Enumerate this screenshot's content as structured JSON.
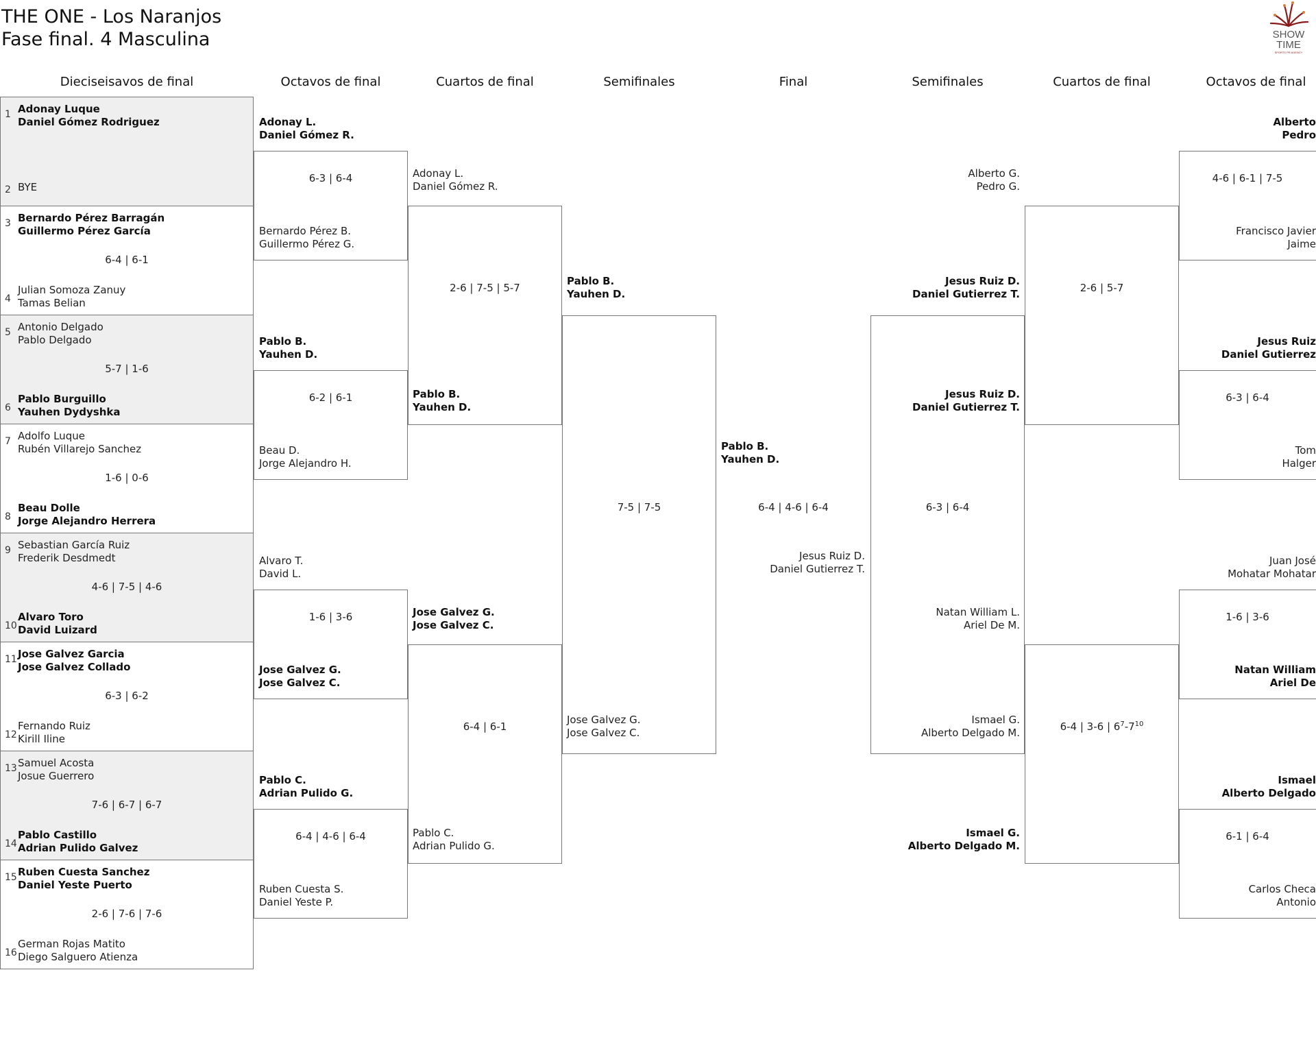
{
  "header": {
    "title_line1": "THE ONE - Los Naranjos",
    "title_line2": "Fase final. 4 Masculina"
  },
  "logo": {
    "line1": "SHOW",
    "line2": "TIME",
    "tagline": "SPORTS PR AGENCY",
    "icon": "fireworks-icon",
    "color": "#8b1a1a"
  },
  "rounds": {
    "r32": "Dieciseisavos de final",
    "r16": "Octavos de final",
    "qf": "Cuartos de final",
    "sf": "Semifinales",
    "final": "Final",
    "sf_right": "Semifinales",
    "qf_right": "Cuartos de final",
    "r16_right": "Octavos de final"
  },
  "r32": [
    {
      "seed_a": "1",
      "a": [
        "Adonay Luque",
        "Daniel Gómez Rodriguez"
      ],
      "seed_b": "2",
      "b": [
        "BYE"
      ],
      "score": "",
      "winner": "a"
    },
    {
      "seed_a": "3",
      "a": [
        "Bernardo Pérez Barragán",
        "Guillermo Pérez García"
      ],
      "seed_b": "4",
      "b": [
        "Julian Somoza Zanuy",
        "Tamas Belian"
      ],
      "score": "6-4 | 6-1",
      "winner": "a"
    },
    {
      "seed_a": "5",
      "a": [
        "Antonio Delgado",
        "Pablo Delgado"
      ],
      "seed_b": "6",
      "b": [
        "Pablo Burguillo",
        "Yauhen Dydyshka"
      ],
      "score": "5-7 | 1-6",
      "winner": "b"
    },
    {
      "seed_a": "7",
      "a": [
        "Adolfo Luque",
        "Rubén Villarejo Sanchez"
      ],
      "seed_b": "8",
      "b": [
        "Beau Dolle",
        "Jorge Alejandro Herrera"
      ],
      "score": "1-6 | 0-6",
      "winner": "b"
    },
    {
      "seed_a": "9",
      "a": [
        "Sebastian García Ruiz",
        "Frederik Desdmedt"
      ],
      "seed_b": "10",
      "b": [
        "Alvaro Toro",
        "David Luizard"
      ],
      "score": "4-6 | 7-5 | 4-6",
      "winner": "b"
    },
    {
      "seed_a": "11",
      "a": [
        "Jose Galvez Garcia",
        "Jose Galvez Collado"
      ],
      "seed_b": "12",
      "b": [
        "Fernando Ruiz",
        "Kirill Iline"
      ],
      "score": "6-3 | 6-2",
      "winner": "a"
    },
    {
      "seed_a": "13",
      "a": [
        "Samuel Acosta",
        "Josue Guerrero"
      ],
      "seed_b": "14",
      "b": [
        "Pablo Castillo",
        "Adrian Pulido Galvez"
      ],
      "score": "7-6 | 6-7 | 6-7",
      "winner": "b"
    },
    {
      "seed_a": "15",
      "a": [
        "Ruben Cuesta Sanchez",
        "Daniel Yeste Puerto"
      ],
      "seed_b": "16",
      "b": [
        "German Rojas Matito",
        "Diego Salguero Atienza"
      ],
      "score": "2-6 | 7-6 | 7-6",
      "winner": "a"
    }
  ],
  "r16_left": [
    {
      "a": [
        "Adonay L.",
        "Daniel Gómez R."
      ],
      "b": [
        "Bernardo Pérez B.",
        "Guillermo Pérez G."
      ],
      "score": "6-3 | 6-4",
      "winner": "a"
    },
    {
      "a": [
        "Pablo B.",
        "Yauhen D."
      ],
      "b": [
        "Beau D.",
        "Jorge Alejandro H."
      ],
      "score": "6-2 | 6-1",
      "winner": "a"
    },
    {
      "a": [
        "Alvaro T.",
        "David L."
      ],
      "b": [
        "Jose Galvez G.",
        "Jose Galvez C."
      ],
      "score": "1-6 | 3-6",
      "winner": "b"
    },
    {
      "a": [
        "Pablo C.",
        "Adrian Pulido G."
      ],
      "b": [
        "Ruben Cuesta S.",
        "Daniel Yeste P."
      ],
      "score": "6-4 | 4-6 | 6-4",
      "winner": "a"
    }
  ],
  "qf_left": [
    {
      "a": [
        "Adonay L.",
        "Daniel Gómez R."
      ],
      "b": [
        "Pablo B.",
        "Yauhen D."
      ],
      "score": "2-6 | 7-5 | 5-7",
      "winner": "b"
    },
    {
      "a": [
        "Jose Galvez G.",
        "Jose Galvez C."
      ],
      "b": [
        "Pablo C.",
        "Adrian Pulido G."
      ],
      "score": "6-4 | 6-1",
      "winner": "a"
    }
  ],
  "sf_left": {
    "a": [
      "Pablo B.",
      "Yauhen D."
    ],
    "b": [
      "Jose Galvez G.",
      "Jose Galvez C."
    ],
    "score": "7-5 | 7-5",
    "winner": "a"
  },
  "final": {
    "a": [
      "Pablo B.",
      "Yauhen D."
    ],
    "b": [
      "Jesus Ruiz D.",
      "Daniel Gutierrez T."
    ],
    "score": "6-4 | 4-6 | 6-4",
    "winner": "a"
  },
  "sf_right": {
    "a": [
      "Jesus Ruiz D.",
      "Daniel Gutierrez T."
    ],
    "b": [
      "Ismael G.",
      "Alberto Delgado M."
    ],
    "score": "6-3 | 6-4",
    "winner": "a"
  },
  "qf_right": [
    {
      "a": [
        "Alberto G.",
        "Pedro G."
      ],
      "b": [
        "Jesus Ruiz D.",
        "Daniel Gutierrez T."
      ],
      "score": "2-6 | 5-7",
      "winner": "b"
    },
    {
      "a": [
        "Natan William L.",
        "Ariel De M."
      ],
      "b": [
        "Ismael G.",
        "Alberto Delgado M."
      ],
      "score": "6-4 | 3-6 | 67-710",
      "score_main": "6-4 | 3-6 | 6",
      "score_sup1": "7",
      "score_mid": "-7",
      "score_sup2": "10",
      "winner": "b"
    }
  ],
  "r16_right": [
    {
      "a": [
        "Alberto",
        "Pedro"
      ],
      "b": [
        "Francisco Javier",
        "Jaime"
      ],
      "score": "4-6 | 6-1 | 7-5",
      "winner": "a"
    },
    {
      "a": [
        "Jesus Ruiz",
        "Daniel Gutierrez"
      ],
      "b": [
        "Tom",
        "Halger"
      ],
      "score": "6-3 | 6-4",
      "winner": "a"
    },
    {
      "a": [
        "Juan José",
        "Mohatar Mohatar"
      ],
      "b": [
        "Natan William",
        "Ariel De"
      ],
      "score": "1-6 | 3-6",
      "winner": "b"
    },
    {
      "a": [
        "Ismael",
        "Alberto Delgado"
      ],
      "b": [
        "Carlos Checa",
        "Antonio"
      ],
      "score": "6-1 | 6-4",
      "winner": "a"
    }
  ]
}
